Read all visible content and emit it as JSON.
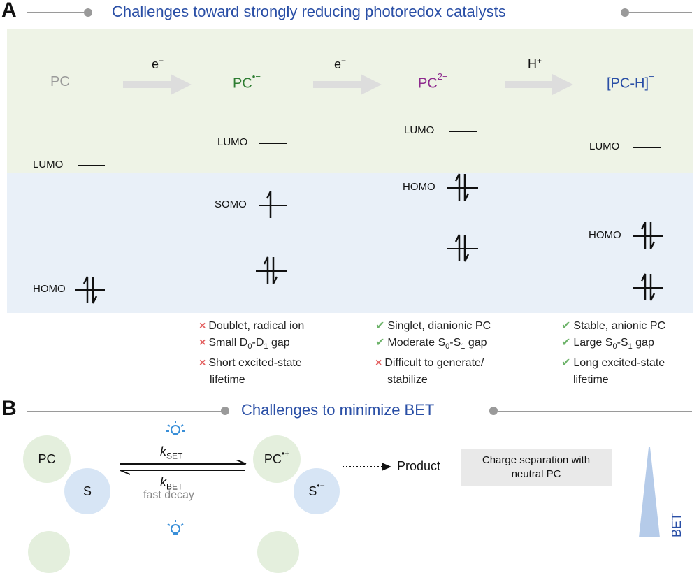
{
  "panelA": {
    "letter": "A",
    "title": "Challenges toward strongly reducing photoredox catalysts",
    "species": [
      {
        "label": "PC",
        "charge": "",
        "color": "#9a9a9a"
      },
      {
        "label": "PC",
        "charge": "•−",
        "color": "#2e7d32"
      },
      {
        "label": "PC",
        "charge": "2−",
        "color": "#8e2a8e"
      },
      {
        "label": "[PC-H]",
        "charge": "−",
        "color": "#2a4fa6"
      }
    ],
    "arrows": [
      {
        "label": "e",
        "sup": "−"
      },
      {
        "label": "e",
        "sup": "−"
      },
      {
        "label": "H",
        "sup": "+"
      }
    ],
    "levels": {
      "lumo": "LUMO",
      "homo": "HOMO",
      "somo": "SOMO"
    },
    "bullets": {
      "radical": [
        {
          "mark": "×",
          "text": "Doublet, radical ion"
        },
        {
          "mark": "×",
          "pre": "Small D",
          "s1": "0",
          "mid": "-D",
          "s2": "1",
          "post": " gap"
        },
        {
          "mark": "×",
          "text": "Short excited-state"
        },
        {
          "mark": "",
          "text": "lifetime"
        }
      ],
      "dianion": [
        {
          "mark": "✔",
          "text": "Singlet, dianionic PC"
        },
        {
          "mark": "✔",
          "pre": "Moderate S",
          "s1": "0",
          "mid": "-S",
          "s2": "1",
          "post": " gap"
        },
        {
          "mark": "×",
          "text": "Difficult to generate/"
        },
        {
          "mark": "",
          "text": "stabilize"
        }
      ],
      "anion": [
        {
          "mark": "✔",
          "text": "Stable, anionic PC"
        },
        {
          "mark": "✔",
          "pre": "Large S",
          "s1": "0",
          "mid": "-S",
          "s2": "1",
          "post": " gap"
        },
        {
          "mark": "✔",
          "text": "Long excited-state"
        },
        {
          "mark": "",
          "text": "lifetime"
        }
      ]
    }
  },
  "panelB": {
    "letter": "B",
    "title": "Challenges to minimize BET",
    "pc": "PC",
    "s": "S",
    "pc_ox": "PC",
    "pc_ox_charge": "•+",
    "s_red": "S",
    "s_red_charge": "•−",
    "k_set": "k",
    "k_set_sub": "SET",
    "k_bet": "k",
    "k_bet_sub": "BET",
    "fast_decay": "fast decay",
    "product": "Product",
    "charge_box_line1": "Charge separation with",
    "charge_box_line2": "neutral PC",
    "bet": "BET"
  },
  "colors": {
    "accent": "#2a4fa6",
    "green_band": "#eef3e6",
    "blue_band": "#e9f0f8",
    "cross": "#e35e5e",
    "check": "#6db36a"
  }
}
